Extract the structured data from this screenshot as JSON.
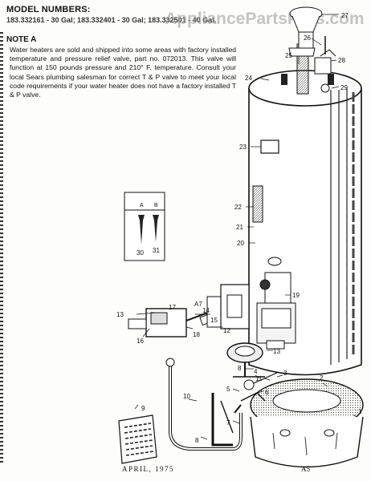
{
  "header": {
    "title": "MODEL NUMBERS:",
    "models": "183.332161 - 30 Gal; 183.332401 - 30 Gal; 183.332501 - 40 Gal."
  },
  "watermark": "AppliancePartsPros.com",
  "note": {
    "title": "NOTE A",
    "body": "Water heaters are sold and shipped into some areas with factory installed temperature and pressure relief valve, part no. 072013. This valve will function at 150 pounds pressure and 210° F. temperature. Consult your local Sears plumbing salesman for correct T & P valve to meet your local code requirements if your water heater does not have a factory installed T & P valve."
  },
  "screws": {
    "a_label": "A",
    "b_label": "B",
    "a_number": "30",
    "b_number": "31"
  },
  "parts": {
    "p1": "1",
    "p2": "2",
    "p3": "3",
    "p4": "4",
    "p5": "5",
    "p6": "6",
    "p7": "7",
    "p8": "8",
    "p8b": "8",
    "p9": "9",
    "p10": "10",
    "p11": "11",
    "p12": "12",
    "p13a": "13",
    "p13b": "13",
    "p14": "14",
    "p15": "15",
    "p16": "16",
    "p17": "17",
    "p18": "18",
    "p19": "19",
    "p20": "20",
    "p21": "21",
    "p22": "22",
    "p23": "23",
    "p24": "24",
    "p25": "25",
    "p26": "26",
    "p27": "27",
    "p28": "28",
    "p29": "29",
    "pA7": "A7"
  },
  "footer": {
    "date": "APRIL, 1975",
    "page": "A5"
  }
}
